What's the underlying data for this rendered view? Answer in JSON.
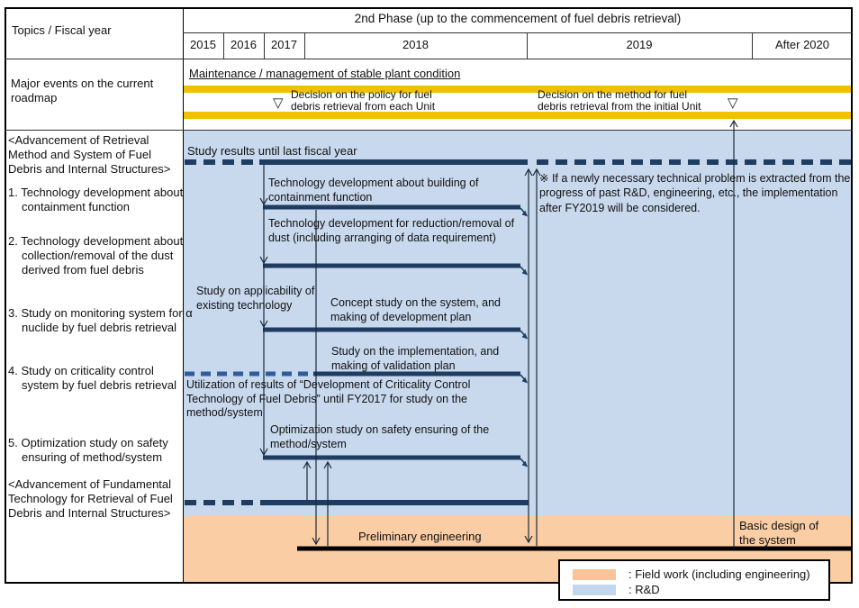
{
  "header": {
    "topics_label": "Topics / Fiscal year",
    "phase_label": "2nd Phase (up to the commencement of fuel debris retrieval)",
    "years": [
      "2015",
      "2016",
      "2017",
      "2018",
      "2019",
      "After 2020"
    ]
  },
  "major_events": {
    "row_label": "Major events on the current roadmap",
    "maintenance": "Maintenance / management of stable plant condition",
    "decision_policy": {
      "line1": "Decision on the policy for fuel",
      "line2": "debris retrieval from each Unit"
    },
    "decision_method": {
      "line1": "Decision on the method for fuel",
      "line2": "debris retrieval from the initial Unit"
    },
    "marker_glyph": "▽"
  },
  "topics": {
    "advancement_retrieval": "<Advancement of Retrieval Method and System of Fuel Debris and Internal Structures>",
    "items": [
      "1. Technology development about containment function",
      "2. Technology development about collection/removal of the dust derived from fuel debris",
      "3. Study on monitoring system for α nuclide by fuel debris retrieval",
      "4. Study on criticality control system by fuel debris retrieval",
      "5. Optimization study on safety ensuring of method/system"
    ],
    "advancement_fundamental": "<Advancement of Fundamental Technology for Retrieval of Fuel Debris and Internal Structures>"
  },
  "chart": {
    "study_results": "Study results until last fiscal year",
    "note": "※ If a newly necessary technical problem is extracted from the progress of past R&D, engineering, etc., the implementation after FY2019 will be considered.",
    "labels": {
      "containment": "Technology development about building of containment function",
      "dust": "Technology development for reduction/removal of dust (including arranging of data requirement)",
      "applicability": "Study on applicability of existing technology",
      "concept": "Concept study on the system, and making of development plan",
      "implementation": "Study on the implementation, and making of validation plan",
      "criticality": "Utilization of results of “Development of Criticality Control Technology of Fuel Debris” until FY2017 for study on the method/system",
      "optimization": "Optimization study on safety ensuring of the method/system"
    },
    "field": {
      "preliminary": "Preliminary engineering",
      "basic_design": "Basic design of the system"
    }
  },
  "legend": {
    "items": [
      {
        "label": ": Field work (including engineering)",
        "color": "#F9C499",
        "swatch_style": "background:#F9C499"
      },
      {
        "label": ": R&D",
        "color": "#C3D6EE",
        "swatch_style": "background:#C3D6EE"
      }
    ]
  },
  "colors": {
    "bar_navy": "#1F3C61",
    "criticality_dash_blue": "#2F5C9E",
    "rnd_blue_background": "#C8D8ED",
    "field_orange_background": "#FACDA4",
    "milestone_yellow": "#EFC100",
    "field_bar_black": "#000000"
  }
}
